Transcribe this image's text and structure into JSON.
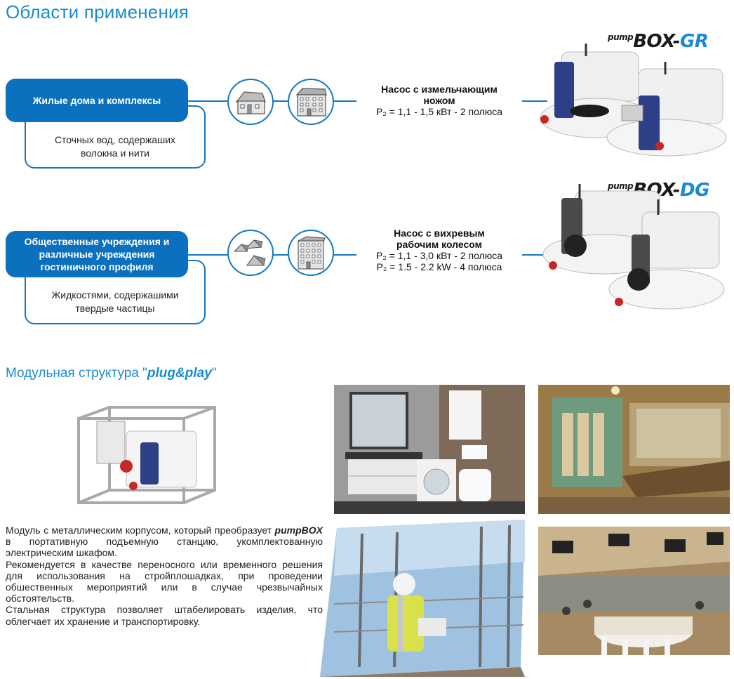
{
  "header": {
    "title": "Области применения"
  },
  "rows": [
    {
      "category": "Жилые дома и комплексы",
      "description": "Сточных вод, содержаших волокна и нити",
      "pump": {
        "name_line1": "Насос с измельчающим",
        "name_line2": "ножом",
        "spec1": "P₂ = 1,1 - 1,5 кВт - 2 полюса",
        "spec2": ""
      },
      "brand": {
        "prefix": "pump",
        "main": "BOX-",
        "code": "GR"
      }
    },
    {
      "category": "Общественные учреждения и различные учреждения гостиничного профиля",
      "description": "Жидкостями, содержашими твердые частицы",
      "pump": {
        "name_line1": "Насос с вихревым",
        "name_line2": "рабочим колесом",
        "spec1": "P₂ = 1,1 - 3,0 кВт - 2 полюса",
        "spec2": "P₂ = 1.5 - 2.2 kW - 4 полюса"
      },
      "brand": {
        "prefix": "pump",
        "main": "BOX-",
        "code": "DG"
      }
    }
  ],
  "modular": {
    "title_prefix": "Модульная структура \"",
    "title_em": "plug&play",
    "title_suffix": "\"",
    "p1_a": "Модуль с металлическим корпусом, который преобразует ",
    "p1_b": "pumpBOX",
    "p1_c": " в портативную подъемную станцию, укомплектованную электрическим шкафом.",
    "p2": "Рекомендуется в качестве переносного или временного решения для использования на стройплошадках, при проведении обшественных мероприятий или в случае чрезвычайных обстоятельств.",
    "p3": "Стальная структура позволяет штабелировать изделия, что облегчает их хранение и транспортировку."
  },
  "colors": {
    "accent": "#1a8bd0",
    "pill": "#0b70bd",
    "line": "#1578c2"
  },
  "icons": [
    "house-icon",
    "apartment-building-icon",
    "tents-icon",
    "hotel-building-icon"
  ]
}
